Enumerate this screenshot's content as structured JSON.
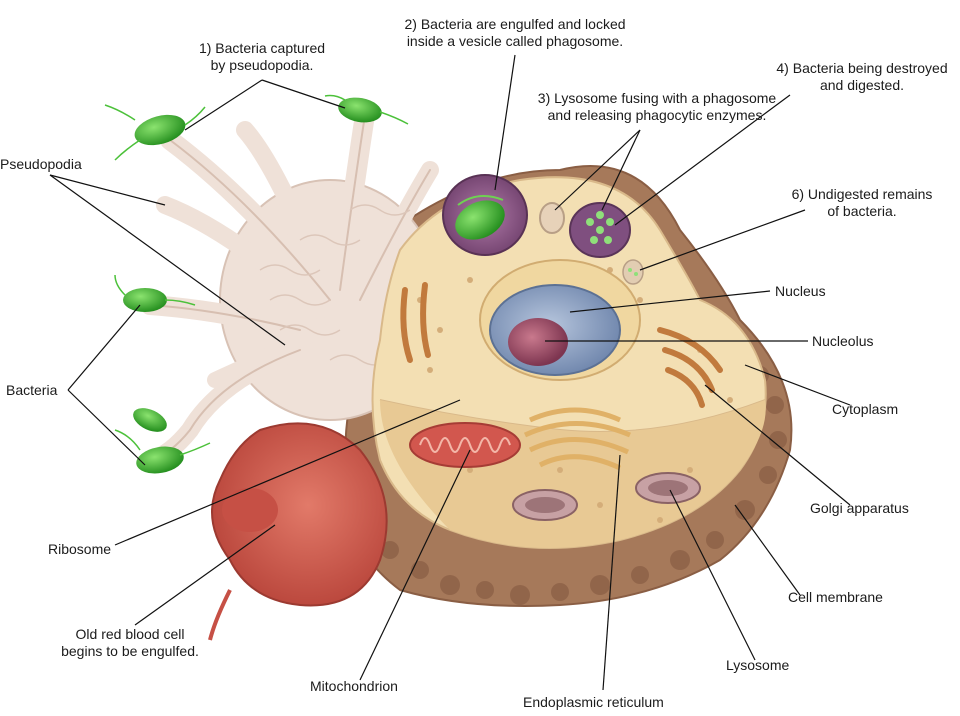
{
  "steps": {
    "s1": {
      "line1": "1) Bacteria captured",
      "line2": "by pseudopodia."
    },
    "s2": {
      "line1": "2) Bacteria are engulfed and locked",
      "line2": "inside a vesicle called phagosome."
    },
    "s3": {
      "line1": "3) Lysosome fusing with a phagosome",
      "line2": "and releasing phagocytic enzymes."
    },
    "s4": {
      "line1": "4) Bacteria being destroyed",
      "line2": "and digested."
    },
    "s6": {
      "line1": "6) Undigested remains",
      "line2": "of bacteria."
    }
  },
  "labels": {
    "pseudopodia": "Pseudopodia",
    "bacteria": "Bacteria",
    "ribosome": "Ribosome",
    "old_rbc_line1": "Old red blood cell",
    "old_rbc_line2": "begins to be engulfed.",
    "mitochondrion": "Mitochondrion",
    "endoplasmic_reticulum": "Endoplasmic reticulum",
    "lysosome": "Lysosome",
    "cell_membrane": "Cell membrane",
    "golgi": "Golgi apparatus",
    "cytoplasm": "Cytoplasm",
    "nucleolus": "Nucleolus",
    "nucleus": "Nucleus"
  },
  "colors": {
    "membrane_outer": "#a6795a",
    "cytoplasm": "#f3dfb3",
    "pseudopodia": "#f0e0d6",
    "rbc": "#d0574a",
    "nucleus": "#7f95b8",
    "nucleolus": "#9c4e63",
    "bacteria": "#3fb52e",
    "phagosome": "#8c5a86"
  }
}
